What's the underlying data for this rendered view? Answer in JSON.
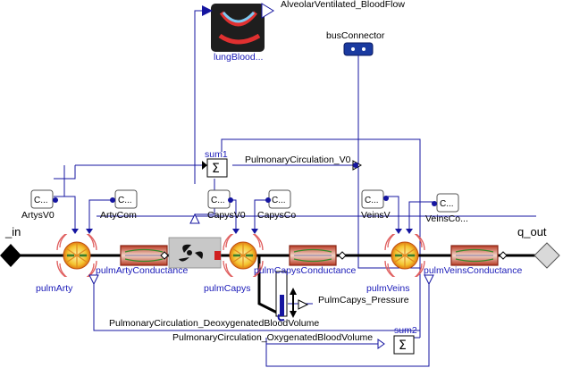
{
  "labels": {
    "port_in": "_in",
    "port_out": "q_out",
    "alveolar": "AlveolarVentilated_BloodFlow",
    "bus": "busConnector",
    "lung": "lungBlood...",
    "sum1": "sum1",
    "sum2": "sum2",
    "pc_v0": "PulmonaryCirculation_V0",
    "pulmArty": "pulmArty",
    "pulmArtyConductance": "pulmArtyConductance",
    "pulmCapys": "pulmCapys",
    "pulmCapysConductance": "pulmCapysConductance",
    "pulmVeins": "pulmVeins",
    "pulmVeinsConductance": "pulmVeinsConductance",
    "artysV0": "ArtysV0",
    "artyComp": "ArtyCom",
    "capysV0": "CapysV0",
    "capysComp": "CapysCo",
    "veinsV0": "VeinsV",
    "veinsComp": "VeinsCo...",
    "capys_pressure": "PulmCapys_Pressure",
    "deoxy": "PulmonaryCirculation_DeoxygenatedBloodVolume",
    "oxy": "PulmonaryCirculation_OxygenatedBloodVolume",
    "const_text": "C..."
  },
  "colors": {
    "signal": "#1515a0",
    "flow": "#000000",
    "port_fill": "#d9d9d9",
    "pump_bg": "#c8c8c8",
    "conductance_fill": "#cc4a2f",
    "lung_bg": "#1e1e1e"
  }
}
